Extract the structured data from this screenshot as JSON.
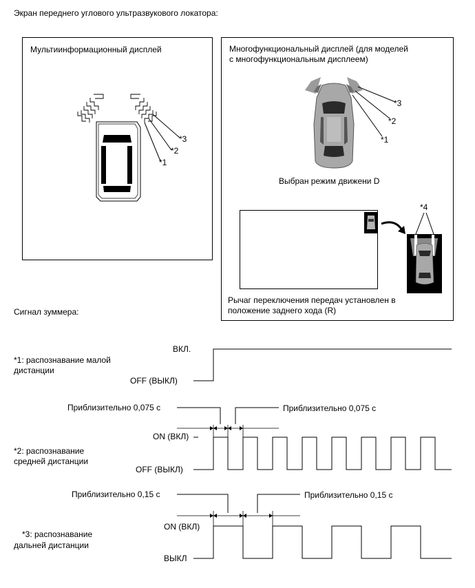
{
  "top_title": "Экран переднего углового ультразвукового локатора:",
  "left_panel": {
    "title": "Мультиинформационный дисплей",
    "callouts": [
      "*3",
      "*2",
      "*1"
    ]
  },
  "right_panel": {
    "title_line1": "Многофункциональный дисплей (для моделей",
    "title_line2": "с многофункциональным дисплеем)",
    "callouts": [
      "*3",
      "*2",
      "*1"
    ],
    "drive_mode": "Выбран режим движени D",
    "callout4": "*4",
    "reverse_line1": "Рычаг переключения передач установлен в",
    "reverse_line2": "положение заднего хода (R)"
  },
  "buzzer_title": "Сигнал зуммера:",
  "signal1": {
    "label_line1": "*1: распознавание малой",
    "label_line2": "дистанции",
    "on": "ВКЛ.",
    "off": "OFF (ВЫКЛ)"
  },
  "signal2": {
    "approx_left": "Приблизительно 0,075 с",
    "approx_right": "Приблизительно 0,075 с",
    "label_line1": "*2: распознавание",
    "label_line2": "средней дистанции",
    "on": "ON (ВКЛ)",
    "off": "OFF (ВЫКЛ)"
  },
  "signal3": {
    "approx_left": "Приблизительно 0,15 с",
    "approx_right": "Приблизительно 0,15 с",
    "label_line1": "*3: распознавание",
    "label_line2": "дальней дистанции",
    "on": "ON (ВКЛ)",
    "off": "ВЫКЛ"
  }
}
